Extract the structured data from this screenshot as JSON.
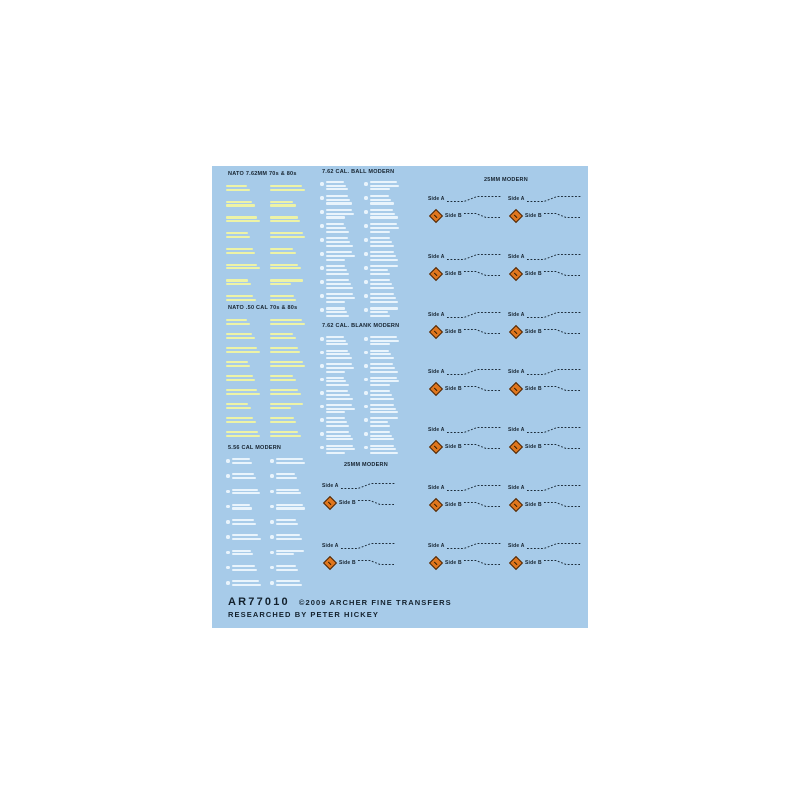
{
  "product": {
    "code": "AR77010",
    "copyright": "©2009 ARCHER FINE TRANSFERS",
    "researched": "RESEARCHED BY PETER HICKEY"
  },
  "labels": {
    "side_a": "Side A",
    "side_b": "Side B"
  },
  "colors": {
    "sheet_blue": "#a7cbe9",
    "stencil_yellow": "#edf3a6",
    "stencil_white": "#e9f4fc",
    "print_dark": "#15222e",
    "hazard_orange": "#e0761d"
  },
  "sections": {
    "col1_group1": {
      "title": "NATO 7.62MM 70s & 80s",
      "rows": 8,
      "ink": "yellow"
    },
    "col1_group2": {
      "title": "NATO .50 CAL 70s & 80s",
      "rows": 9,
      "ink": "yellow"
    },
    "col1_group3": {
      "title": "5.56 CAL MODERN",
      "rows": 9,
      "ink": "white"
    },
    "col2_group1": {
      "title": "7.62 CAL. BALL MODERN",
      "rows": 10,
      "ink": "white"
    },
    "col2_group2": {
      "title": "7.62 CAL. BLANK MODERN",
      "rows": 9,
      "ink": "white"
    },
    "col2_group3": {
      "title": "25MM MODERN",
      "decal_groups": 2
    },
    "col3_group1": {
      "title": "25MM MODERN",
      "decal_groups": 14
    }
  }
}
